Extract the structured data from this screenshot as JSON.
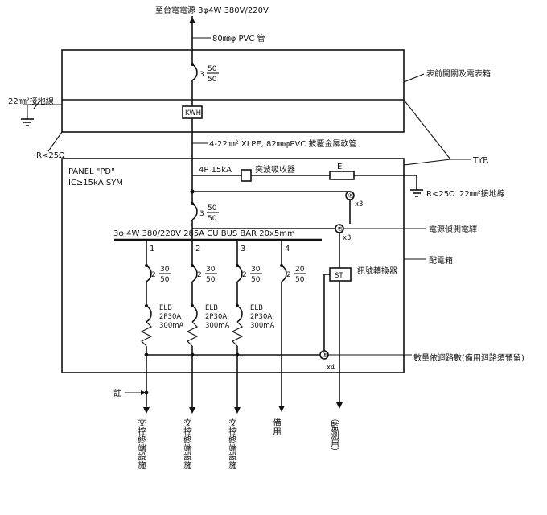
{
  "labels": {
    "source": "至台電電源 3φ4W 380V/220V",
    "conduit_top": "80㎜φ PVC 管",
    "meter_box": "表前開關及電表箱",
    "ground_left": "22㎜²接地線",
    "r_left": "R<25Ω",
    "kwh": "KWH",
    "feeder": "4-22㎜² XLPE, 82㎜φPVC 披覆金屬軟管",
    "typ": "TYP.",
    "panel_name": "PANEL \"PD\"",
    "panel_ic": "IC≥15kA SYM",
    "surge": "4P 15kA",
    "surge_name": "突波吸收器",
    "e": "E",
    "r_right": "R<25Ω",
    "ground_right": "22㎜²接地線",
    "x3a": "x3",
    "x3b": "x3",
    "x4": "x4",
    "busbar": "3φ 4W 380/220V 285A CU BUS BAR 20x5mm",
    "voltage_lamp": "電源偵測電驛",
    "distribution_box": "配電箱",
    "st": "ST",
    "signal_converter": "訊號轉換器",
    "quantity_note": "數量依迴路數(備用迴路須預留)",
    "note": "註",
    "elb": "ELB",
    "elb_rating": "2P30A",
    "elb_ma": "300mA",
    "branch_dest": "交控終端設施",
    "spare": "備用",
    "monitor": "（監測用）",
    "main_breaker": {
      "poles": "3",
      "num": "50",
      "den": "50"
    },
    "panel_breaker": {
      "poles": "3",
      "num": "50",
      "den": "50"
    },
    "branches": [
      {
        "number": "1",
        "poles": "2",
        "num": "30",
        "den": "50"
      },
      {
        "number": "2",
        "poles": "2",
        "num": "30",
        "den": "50"
      },
      {
        "number": "3",
        "poles": "2",
        "num": "30",
        "den": "50"
      },
      {
        "number": "4",
        "poles": "2",
        "num": "20",
        "den": "50"
      }
    ]
  }
}
